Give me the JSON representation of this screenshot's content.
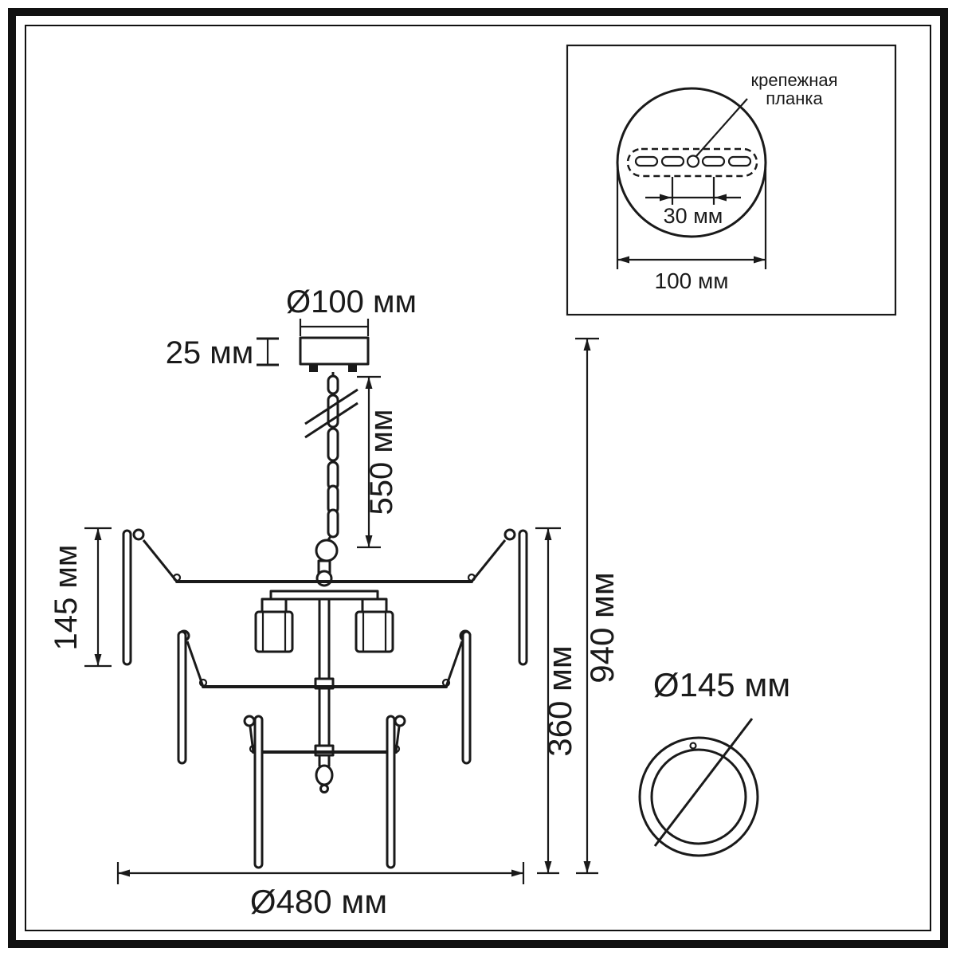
{
  "inset": {
    "label_line1": "крепежная",
    "label_line2": "планка",
    "dim_hole_spacing": "30 мм",
    "dim_plate_width": "100 мм"
  },
  "dimensions": {
    "canopy_diameter": "Ø100 мм",
    "canopy_height": "25 мм",
    "chain_length": "550 мм",
    "tier_drop": "145 мм",
    "total_height": "940 мм",
    "body_height": "360 мм",
    "fixture_diameter": "Ø480 мм",
    "shade_diameter": "Ø145 мм"
  },
  "colors": {
    "line": "#1a1a1a",
    "background": "#ffffff"
  }
}
